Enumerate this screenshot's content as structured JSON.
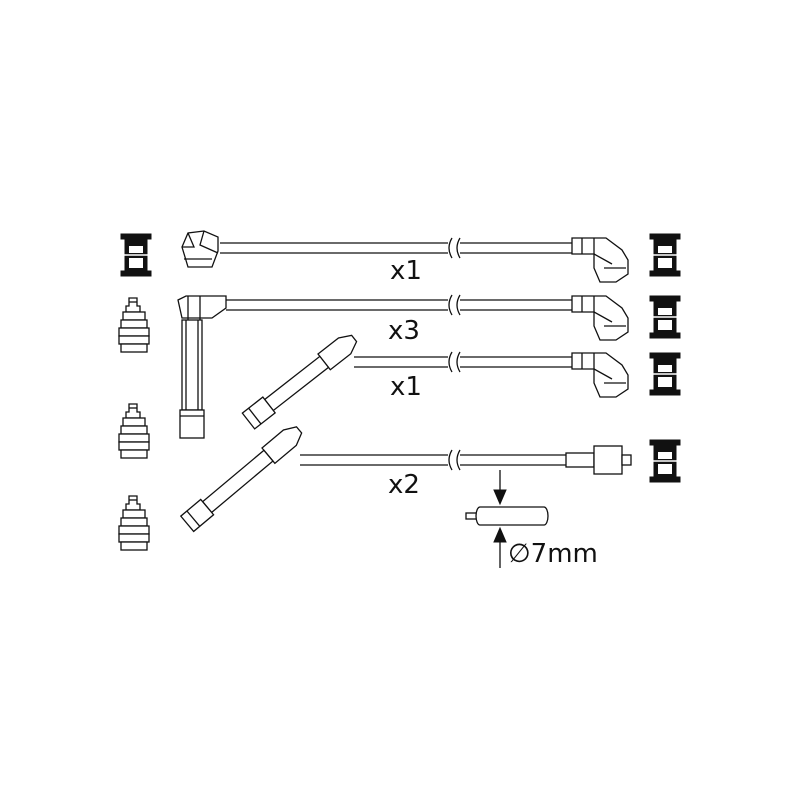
{
  "diagram": {
    "cable_rows": [
      {
        "quantity_label": "x1"
      },
      {
        "quantity_label": "x3"
      },
      {
        "quantity_label": "x1"
      },
      {
        "quantity_label": "x2"
      }
    ],
    "diameter_label": "∅7mm",
    "colors": {
      "ink": "#111111",
      "background": "#ffffff"
    }
  }
}
